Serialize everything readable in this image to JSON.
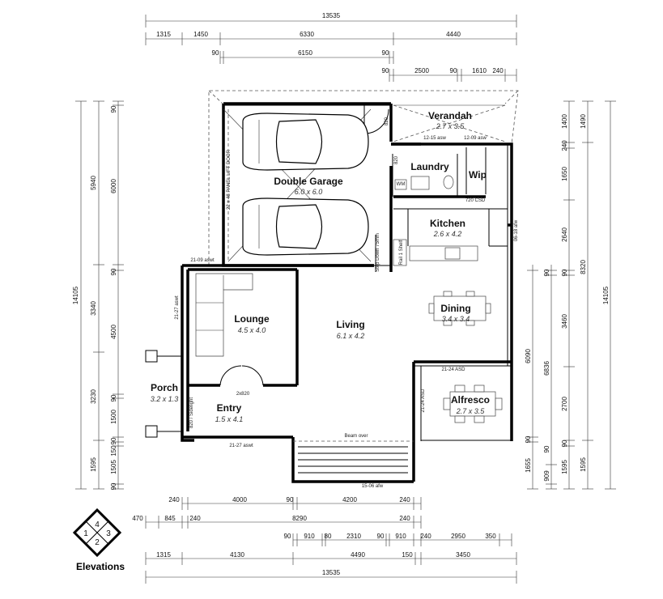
{
  "top_dims": {
    "overall": "13535",
    "row1": [
      "1315",
      "1450",
      "6330",
      "4440"
    ],
    "row2": [
      "90",
      "6150",
      "90"
    ],
    "row3": [
      "90",
      "2500",
      "90",
      "1610",
      "240"
    ]
  },
  "bottom_dims": {
    "row1": [
      "240",
      "4000",
      "90",
      "4200",
      "240"
    ],
    "row2": [
      "470",
      "845",
      "240",
      "8290",
      "240"
    ],
    "row3": [
      "90",
      "910",
      "80",
      "2310",
      "90",
      "910",
      "240",
      "2950",
      "350"
    ],
    "row4": [
      "1315",
      "4130",
      "4490",
      "150",
      "3450"
    ],
    "overall": "13535"
  },
  "left_dims": {
    "overall": "14105",
    "outer": [
      "5940",
      "3340",
      "3230",
      "1595"
    ],
    "inner": [
      "90",
      "6000",
      "90",
      "4500",
      "90",
      "1500",
      "90",
      "150",
      "1505",
      "90"
    ]
  },
  "right_dims": {
    "overall": "14105",
    "outer": [
      "1490",
      "8320",
      "1595"
    ],
    "inner": [
      "1400",
      "240",
      "1650",
      "2640",
      "90",
      "3460",
      "2700",
      "90",
      "1595"
    ],
    "inner2": [
      "90",
      "6836",
      "90",
      "909"
    ],
    "inner3": [
      "6090",
      "90",
      "1655"
    ]
  },
  "rooms": {
    "verandah": {
      "name": "Verandah",
      "size": "2.7 x 3.5"
    },
    "laundry": {
      "name": "Laundry"
    },
    "wip": {
      "name": "Wip"
    },
    "double_garage": {
      "name": "Double Garage",
      "size": "6.0 x 6.0"
    },
    "kitchen": {
      "name": "Kitchen",
      "size": "2.6 x 4.2"
    },
    "lounge": {
      "name": "Lounge",
      "size": "4.5 x 4.0"
    },
    "living": {
      "name": "Living",
      "size": "6.1 x 4.2"
    },
    "dining": {
      "name": "Dining",
      "size": "3.4 x 3.4"
    },
    "porch": {
      "name": "Porch",
      "size": "3.2 x 1.3"
    },
    "entry": {
      "name": "Entry",
      "size": "1.5 x 4.1"
    },
    "alfresco": {
      "name": "Alfresco",
      "size": "2.7 x 3.5"
    }
  },
  "notes": {
    "garage_door": "22 x 48 PANEL LIFT DOOR",
    "laundry_win1": "12-15 asw",
    "laundry_win2": "12-09 asw",
    "csd": "720 CSD",
    "kitchen_win": "06-18 afw",
    "lounge_win_top": "21-09 aswt",
    "lounge_win_side": "21-27 aswt",
    "entry_door": "2x820",
    "sidelight": "820 / Sidelight",
    "entry_win": "21-27 aswt",
    "alfresco_door": "21-24 ASD",
    "alfresco_side": "21-24 ASD",
    "beam": "Beam over",
    "stair_win": "15-06 afw",
    "step": "Step Down 75mm",
    "laundry_820": "820",
    "garage_820": "820",
    "wm": "WM",
    "rail": "Rail 1 Shelf"
  },
  "legend": {
    "numbers": [
      "4",
      "1",
      "3",
      "2"
    ],
    "title": "Elevations"
  }
}
